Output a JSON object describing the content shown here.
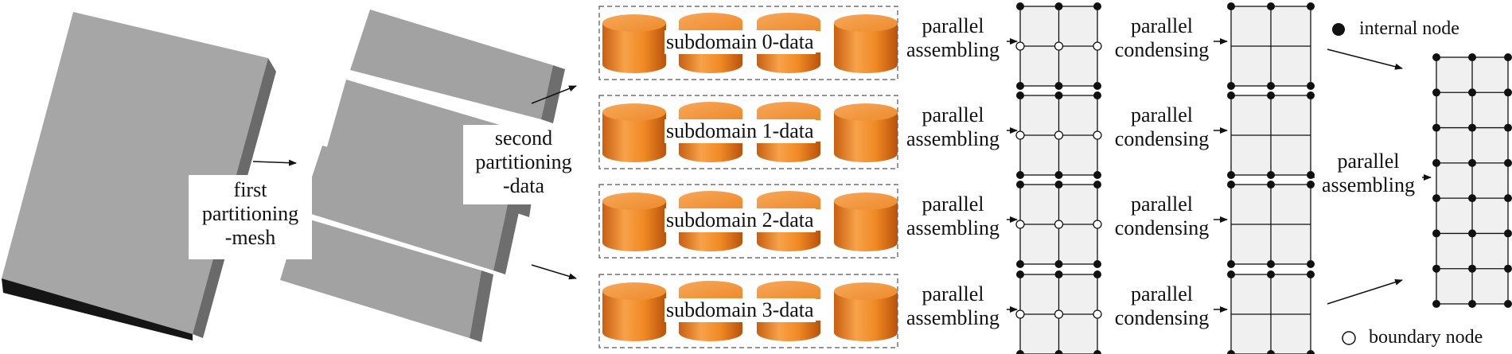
{
  "labels": {
    "first_partitioning": [
      "first",
      "partitioning",
      "-mesh"
    ],
    "second_partitioning": [
      "second",
      "partitioning",
      "-data"
    ],
    "subdomains": [
      "subdomain 0-data",
      "subdomain 1-data",
      "subdomain 2-data",
      "subdomain 3-data"
    ],
    "assembling": [
      "parallel",
      "assembling"
    ],
    "condensing": [
      "parallel",
      "condensing"
    ],
    "final_assembling": [
      "parallel",
      "assembling"
    ]
  },
  "legend": {
    "internal": "internal node",
    "boundary": "boundary node"
  },
  "colors": {
    "cylinder": "#f08a24",
    "slab_top": "#a6a6a6",
    "slab_side": "#6e6e6e",
    "slab_bottom": "#1a1a1a",
    "grid_fill": "#f0f0f0"
  }
}
